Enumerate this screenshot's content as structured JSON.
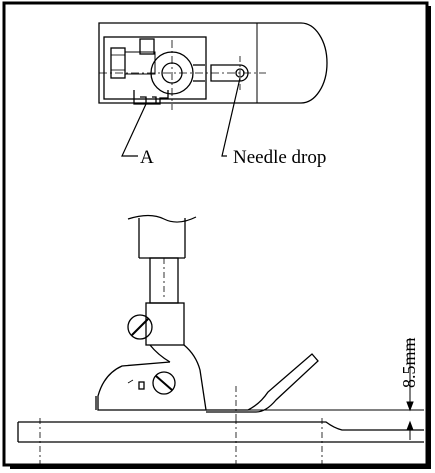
{
  "figure": {
    "labels": {
      "part_a": "A",
      "needle_drop": "Needle drop",
      "dimension": "8.5mm"
    }
  }
}
